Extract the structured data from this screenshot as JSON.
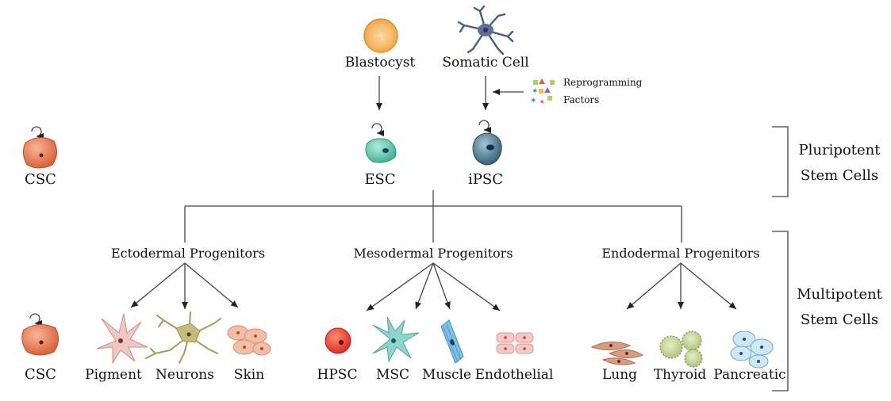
{
  "sources": {
    "blastocyst": "Blastocyst",
    "somatic_cell": "Somatic Cell",
    "reprogramming_factors": [
      "Reprogramming",
      "Factors"
    ]
  },
  "pluripotent": {
    "esc": "ESC",
    "ipsc": "iPSC",
    "group_label": [
      "Pluripotent",
      "Stem Cells"
    ]
  },
  "cancer_stem_cell": {
    "top_label": "CSC",
    "bottom_label": "CSC"
  },
  "progenitors": {
    "ectodermal": {
      "label": "Ectodermal Progenitors",
      "cells": [
        "Pigment",
        "Neurons",
        "Skin"
      ]
    },
    "mesodermal": {
      "label": "Mesodermal Progenitors",
      "cells": [
        "HPSC",
        "MSC",
        "Muscle",
        "Endothelial"
      ]
    },
    "endodermal": {
      "label": "Endodermal Progenitors",
      "cells": [
        "Lung",
        "Thyroid",
        "Pancreatic"
      ]
    }
  },
  "multipotent": {
    "group_label": [
      "Multipotent",
      "Stem Cells"
    ]
  },
  "colors": {
    "line": "#444444",
    "csc": "#e2734a",
    "esc": "#5cc7a8",
    "ipsc": "#3f6f86",
    "blastocyst": "#f4a544",
    "somatic": "#4a5b82"
  }
}
